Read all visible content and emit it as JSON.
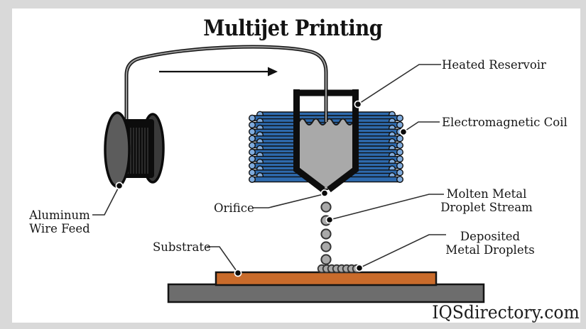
{
  "title": "Multijet Printing",
  "watermark": "IQSdirectory.com",
  "labels": {
    "heated_reservoir": "Heated Reservoir",
    "electromagnetic_coil": "Electromagnetic Coil",
    "molten_metal_droplet_stream": "Molten Metal\nDroplet Stream",
    "deposited_metal_droplets": "Deposited\nMetal Droplets",
    "orifice": "Orifice",
    "substrate": "Substrate",
    "aluminum_wire_feed": "Aluminum\nWire Feed"
  },
  "colors": {
    "page_border_gray": "#d9d9d9",
    "canvas_white": "#ffffff",
    "coil_rod_blue": "#2e6aad",
    "coil_cap_blue": "#7fabdd",
    "molten_metal_gray": "#a9a9a9",
    "droplet_gray": "#a9a9a9",
    "substrate_orange": "#c96b2b",
    "base_plate_gray": "#6d6d6d",
    "spool_flange_gray": "#5c5c5c",
    "outline_black": "#0d0d0d"
  }
}
